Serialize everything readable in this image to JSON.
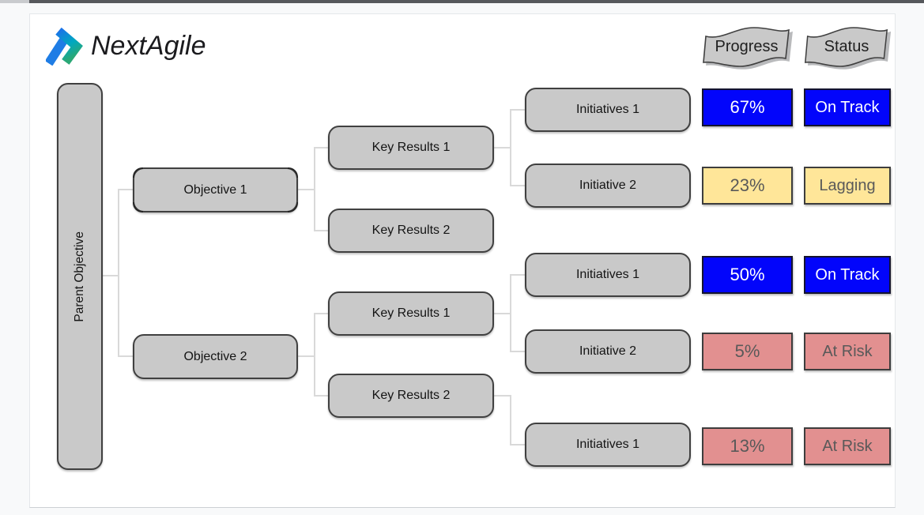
{
  "brand": {
    "name": "NextAgile"
  },
  "column_headers": {
    "progress": "Progress",
    "status": "Status"
  },
  "tree": {
    "parent": {
      "label": "Parent Objective"
    },
    "objectives": [
      {
        "label": "Objective 1"
      },
      {
        "label": "Objective 2"
      }
    ],
    "key_results": [
      {
        "label": "Key Results 1"
      },
      {
        "label": "Key Results 2"
      },
      {
        "label": "Key Results 1"
      },
      {
        "label": "Key Results 2"
      }
    ],
    "initiatives": [
      {
        "label": "Initiatives 1"
      },
      {
        "label": "Initiative 2"
      },
      {
        "label": "Initiatives 1"
      },
      {
        "label": "Initiative 2"
      },
      {
        "label": "Initiatives 1"
      }
    ]
  },
  "metrics": [
    {
      "progress": "67%",
      "status": "On Track",
      "state": "on-track"
    },
    {
      "progress": "23%",
      "status": "Lagging",
      "state": "lagging"
    },
    {
      "progress": "50%",
      "status": "On Track",
      "state": "on-track"
    },
    {
      "progress": "5%",
      "status": "At Risk",
      "state": "at-risk"
    },
    {
      "progress": "13%",
      "status": "At Risk",
      "state": "at-risk"
    }
  ],
  "colors": {
    "on_track_bg": "#0205fb",
    "on_track_text": "#ffffff",
    "lagging_bg": "#ffe699",
    "at_risk_bg": "#e29090",
    "warning_text": "#595959",
    "node_fill": "#c9c9c9",
    "node_border": "#404040",
    "connector": "#d9d9d9",
    "logo_blue": "#1e7de5",
    "logo_teal": "#2aa876"
  }
}
